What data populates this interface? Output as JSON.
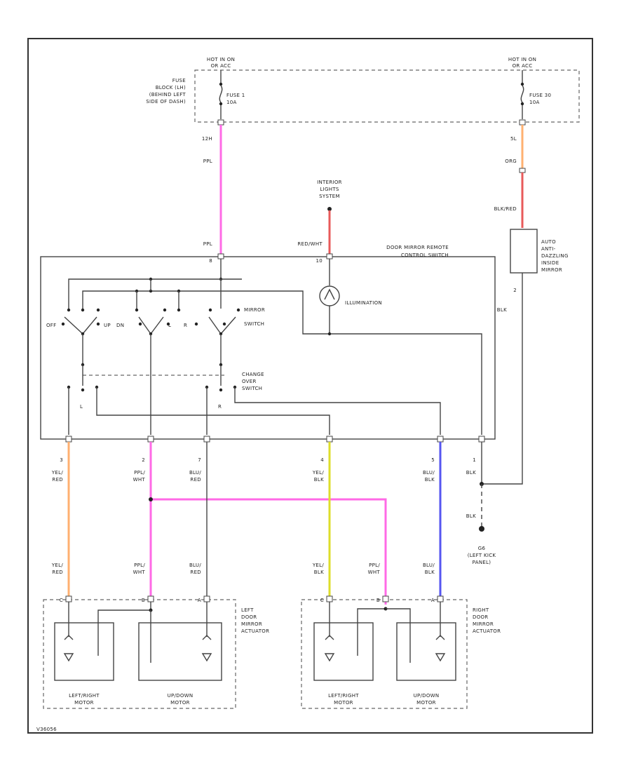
{
  "footer_code": "V36056",
  "colors": {
    "pink": "#ff6ae6",
    "orange": "#ffb070",
    "red": "#e85a5a",
    "yellow": "#dede2a",
    "blue": "#5555f0"
  },
  "fuse_block": {
    "left_hot": "HOT IN ON",
    "left_hot2": "OR ACC",
    "right_hot": "HOT IN ON",
    "right_hot2": "OR ACC",
    "label_lines": [
      "FUSE",
      "BLOCK (LH)",
      "(BEHIND LEFT",
      "SIDE OF DASH)"
    ],
    "fuse1_name": "FUSE 1",
    "fuse1_amp": "10A",
    "fuse2_name": "FUSE 30",
    "fuse2_amp": "10A",
    "fuse1_pin": "12H",
    "fuse2_pin": "5L"
  },
  "wires": {
    "ppl": "PPL",
    "ppl2": "PPL",
    "org": "ORG",
    "blk_red": "BLK/RED",
    "red_wht": "RED/WHT",
    "blk_main": "BLK",
    "blk_lower": "BLK",
    "blk_pin_num": "2"
  },
  "interior": {
    "lines": [
      "INTERIOR",
      "LIGHTS",
      "SYSTEM"
    ]
  },
  "mirror": {
    "lines": [
      "AUTO",
      "ANTI-",
      "DAZZLING",
      "INSIDE",
      "MIRROR"
    ]
  },
  "switch_box": {
    "title1": "DOOR MIRROR REMOTE",
    "title2": "CONTROL SWITCH",
    "illumination": "ILLUMINATION",
    "mirror_switch1": "MIRROR",
    "mirror_switch2": "SWITCH",
    "changeover1": "CHANGE",
    "changeover2": "OVER",
    "changeover3": "SWITCH",
    "off": "OFF",
    "up": "UP",
    "dn": "DN",
    "l": "L",
    "r": "R",
    "pin_top_left": "8",
    "pin_top_mid": "10"
  },
  "pins": [
    {
      "num": "3",
      "wire1": "YEL/",
      "wire2": "RED"
    },
    {
      "num": "2",
      "wire1": "PPL/",
      "wire2": "WHT"
    },
    {
      "num": "7",
      "wire1": "BLU/",
      "wire2": "RED"
    },
    {
      "num": "4",
      "wire1": "YEL/",
      "wire2": "BLK"
    },
    {
      "num": "5",
      "wire1": "BLU/",
      "wire2": "BLK"
    },
    {
      "num": "1",
      "wire1": "BLK",
      "wire2": ""
    }
  ],
  "lower_wires": [
    {
      "wire1": "YEL/",
      "wire2": "RED"
    },
    {
      "wire1": "PPL/",
      "wire2": "WHT"
    },
    {
      "wire1": "BLU/",
      "wire2": "RED"
    },
    {
      "wire1": "YEL/",
      "wire2": "BLK"
    },
    {
      "wire1": "PPL/",
      "wire2": "WHT"
    },
    {
      "wire1": "BLU/",
      "wire2": "BLK"
    }
  ],
  "ground": {
    "id": "G6",
    "line1": "(LEFT KICK",
    "line2": "PANEL)"
  },
  "left_actuator": {
    "lines": [
      "LEFT",
      "DOOR",
      "MIRROR",
      "ACTUATOR"
    ],
    "motor1_line1": "LEFT/RIGHT",
    "motor1_line2": "MOTOR",
    "motor2_line1": "UP/DOWN",
    "motor2_line2": "MOTOR",
    "pin_a": "C",
    "pin_b": "B",
    "pin_c": "A"
  },
  "right_actuator": {
    "lines": [
      "RIGHT",
      "DOOR",
      "MIRROR",
      "ACTUATOR"
    ],
    "motor1_line1": "LEFT/RIGHT",
    "motor1_line2": "MOTOR",
    "motor2_line1": "UP/DOWN",
    "motor2_line2": "MOTOR",
    "pin_a": "C",
    "pin_b": "B",
    "pin_c": "A"
  }
}
